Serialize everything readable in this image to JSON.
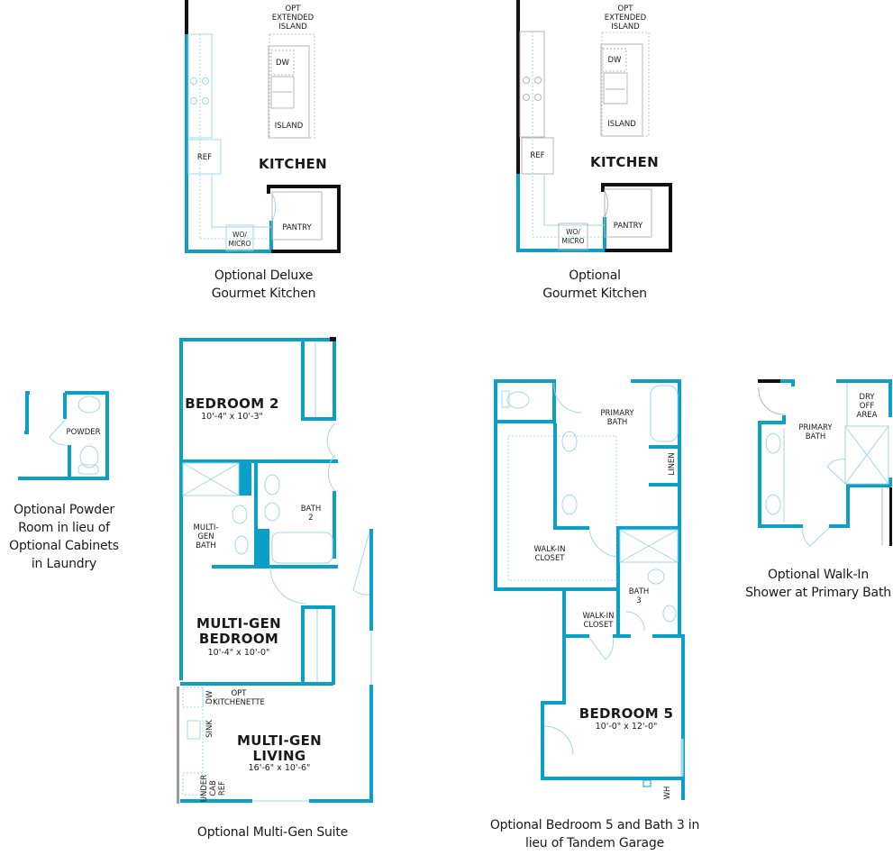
{
  "colors": {
    "wall_accent": "#0aa0c8",
    "wall_existing": "#111111",
    "fixture_line": "#9fd8ea",
    "fixture_gray": "#b5b5b5",
    "text": "#1a1a1a",
    "background": "#ffffff"
  },
  "plans": [
    {
      "id": "deluxe-gourmet-kitchen",
      "caption": [
        "Optional Deluxe",
        "Gourmet Kitchen"
      ],
      "labels": {
        "opt_ext_island": [
          "OPT",
          "EXTENDED",
          "ISLAND"
        ],
        "dw": "DW",
        "island": "ISLAND",
        "ref": "REF",
        "room": "KITCHEN",
        "pantry": "PANTRY",
        "wo_micro": [
          "WO/",
          "MICRO"
        ]
      }
    },
    {
      "id": "gourmet-kitchen",
      "caption": [
        "Optional",
        "Gourmet Kitchen"
      ],
      "labels": {
        "opt_ext_island": [
          "OPT",
          "EXTENDED",
          "ISLAND"
        ],
        "dw": "DW",
        "island": "ISLAND",
        "ref": "REF",
        "room": "KITCHEN",
        "pantry": "PANTRY",
        "wo_micro": [
          "WO/",
          "MICRO"
        ]
      }
    },
    {
      "id": "powder-room",
      "caption": [
        "Optional Powder",
        "Room in lieu of",
        "Optional Cabinets",
        "in Laundry"
      ],
      "labels": {
        "powder": "POWDER"
      }
    },
    {
      "id": "multi-gen-suite",
      "caption": [
        "Optional Multi-Gen Suite"
      ],
      "labels": {
        "bedroom2": "BEDROOM 2",
        "bedroom2_dim": "10'-4\" x 10'-3\"",
        "bath2": [
          "BATH",
          "2"
        ],
        "multigen_bath": [
          "MULTI-",
          "GEN",
          "BATH"
        ],
        "multigen_bedroom": [
          "MULTI-GEN",
          "BEDROOM"
        ],
        "multigen_bedroom_dim": "10'-4\" x 10'-0\"",
        "opt_kitchenette": [
          "OPT",
          "KITCHENETTE"
        ],
        "dw": "DW",
        "sink": "SINK",
        "under_cab_ref": [
          "UNDER",
          "CAB",
          "REF"
        ],
        "multigen_living": [
          "MULTI-GEN",
          "LIVING"
        ],
        "multigen_living_dim": "16'-6\" x 10'-6\""
      }
    },
    {
      "id": "bedroom5-bath3",
      "caption": [
        "Optional Bedroom 5 and Bath 3 in",
        "lieu of Tandem Garage"
      ],
      "labels": {
        "primary_bath": [
          "PRIMARY",
          "BATH"
        ],
        "linen": "LINEN",
        "walkin_closet": [
          "WALK-IN",
          "CLOSET"
        ],
        "bath3": [
          "BATH",
          "3"
        ],
        "walkin_closet2": [
          "WALK-IN",
          "CLOSET"
        ],
        "bedroom5": "BEDROOM 5",
        "bedroom5_dim": "10'-0\" x 12'-0\"",
        "wh": "WH"
      }
    },
    {
      "id": "walkin-shower",
      "caption": [
        "Optional Walk-In",
        "Shower at Primary Bath"
      ],
      "labels": {
        "primary_bath": [
          "PRIMARY",
          "BATH"
        ],
        "dry_off": [
          "DRY",
          "OFF",
          "AREA"
        ]
      }
    }
  ]
}
